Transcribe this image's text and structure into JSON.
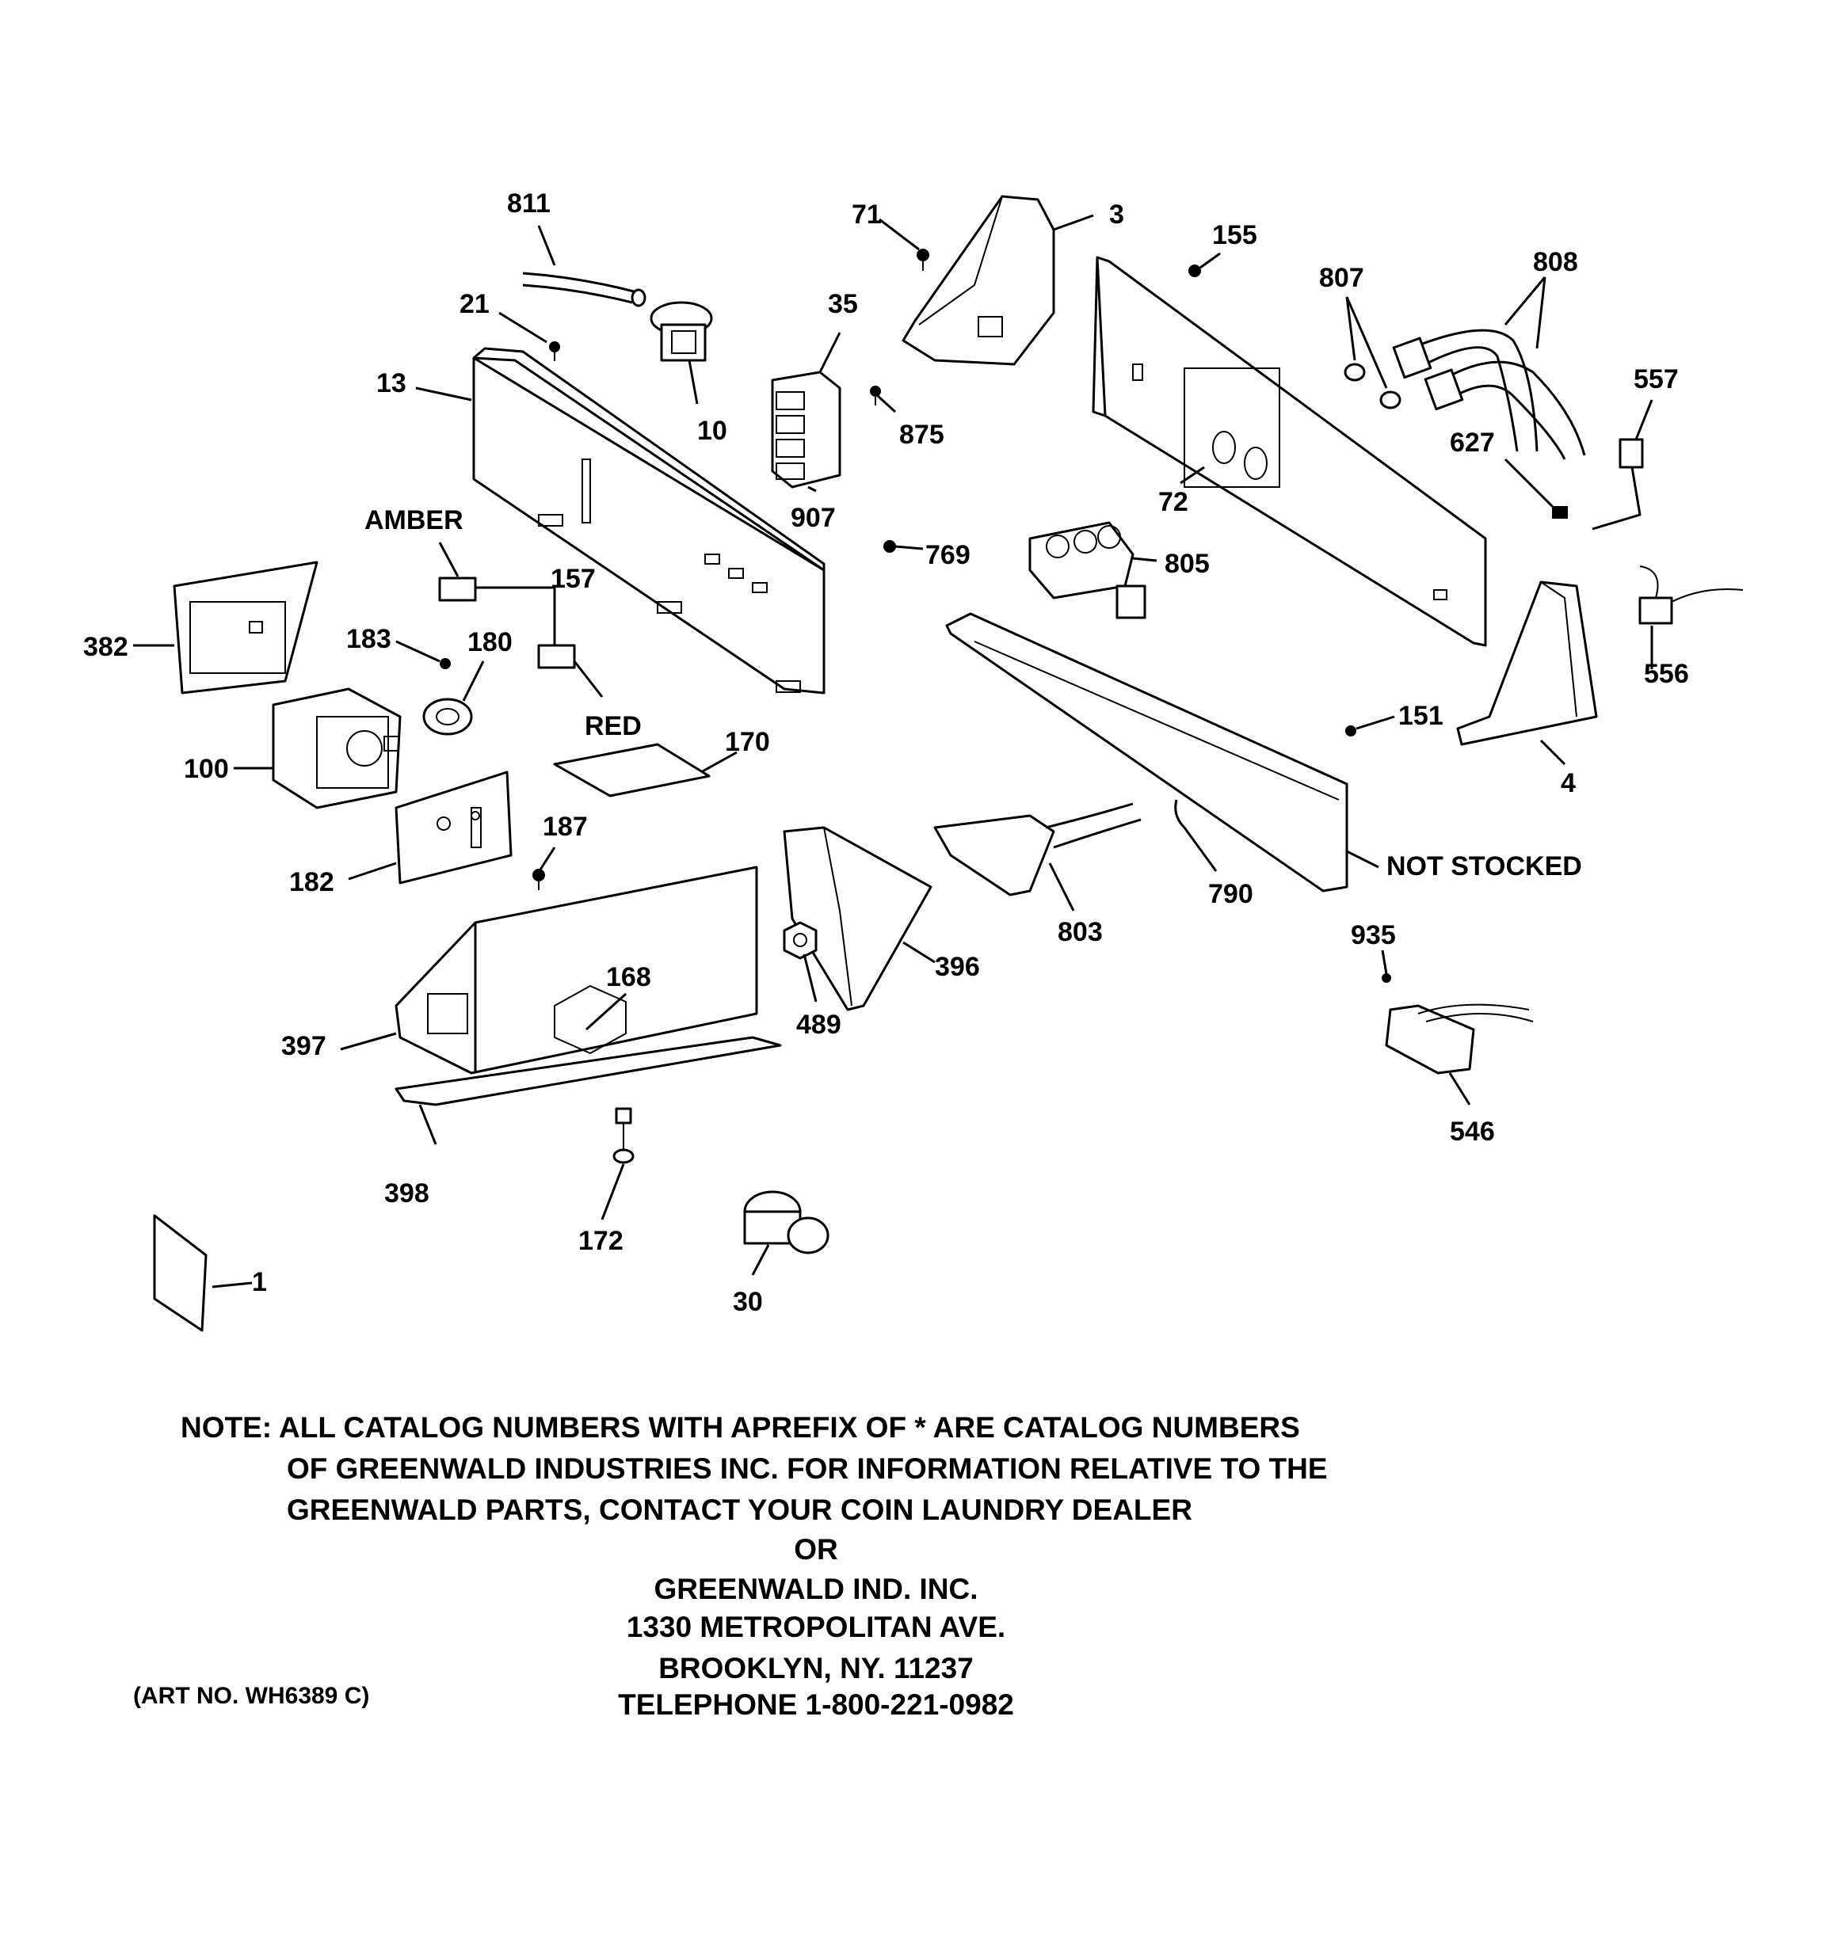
{
  "callouts": {
    "c811": "811",
    "c21": "21",
    "c13": "13",
    "c10": "10",
    "c35": "35",
    "c907": "907",
    "c875": "875",
    "c71": "71",
    "c3": "3",
    "c155": "155",
    "c807": "807",
    "c808": "808",
    "c72": "72",
    "c627": "627",
    "c557": "557",
    "c769": "769",
    "c805": "805",
    "amber": "AMBER",
    "c157": "157",
    "red": "RED",
    "c382": "382",
    "c183": "183",
    "c180": "180",
    "c100": "100",
    "c170": "170",
    "c182": "182",
    "c187": "187",
    "c151": "151",
    "c556": "556",
    "c4": "4",
    "c790": "790",
    "not_stocked": "NOT STOCKED",
    "c803": "803",
    "c396": "396",
    "c168": "168",
    "c489": "489",
    "c397": "397",
    "c935": "935",
    "c546": "546",
    "c398": "398",
    "c172": "172",
    "c30": "30",
    "c1": "1"
  },
  "note": {
    "line1": "NOTE: ALL CATALOG NUMBERS WITH APREFIX OF * ARE CATALOG NUMBERS",
    "line2": "OF GREENWALD INDUSTRIES INC. FOR INFORMATION RELATIVE TO THE",
    "line3": "GREENWALD PARTS, CONTACT YOUR COIN LAUNDRY DEALER",
    "or": "OR",
    "company": "GREENWALD IND. INC.",
    "street": "1330 METROPOLITAN AVE.",
    "city": "BROOKLYN, NY. 11237",
    "phone": "TELEPHONE 1-800-221-0982"
  },
  "art_number": "(ART NO. WH6389 C)"
}
